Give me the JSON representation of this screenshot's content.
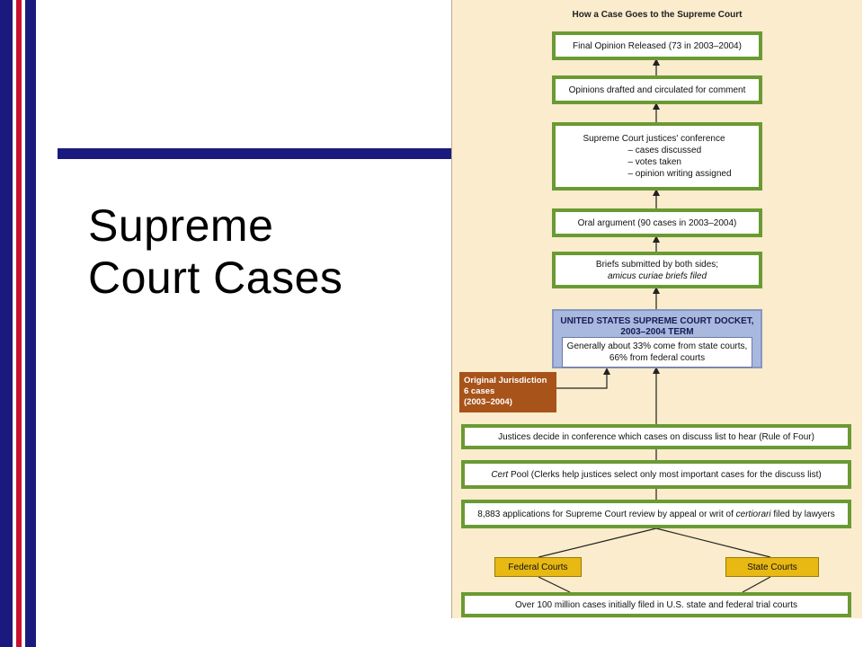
{
  "slide": {
    "title_line1": "Supreme",
    "title_line2": "Court Cases"
  },
  "diagram": {
    "title": "How a Case Goes to the Supreme Court",
    "steps": {
      "final_opinion": "Final Opinion Released (73 in 2003–2004)",
      "opinions_drafted": "Opinions drafted and circulated for comment",
      "conference_title": "Supreme Court justices' conference",
      "conference_items": [
        "– cases discussed",
        "– votes taken",
        "– opinion writing assigned"
      ],
      "oral_argument": "Oral argument (90 cases in 2003–2004)",
      "briefs_line1": "Briefs submitted by both sides;",
      "briefs_line2": "amicus curiae briefs filed",
      "docket_title_line1": "UNITED STATES SUPREME COURT DOCKET,",
      "docket_title_line2": "2003–2004 TERM",
      "docket_sub_line1": "Generally about 33% come from state courts,",
      "docket_sub_line2": "66% from federal courts",
      "original_jurisdiction_line1": "Original Jurisdiction",
      "original_jurisdiction_line2": "6 cases",
      "original_jurisdiction_line3": "(2003–2004)",
      "justices_decide": "Justices decide in conference which cases on discuss list to hear (Rule of Four)",
      "cert_pool_italic": "Cert",
      "cert_pool_rest": " Pool (Clerks help justices select only most important cases for the discuss list)",
      "applications_prefix": "8,883 applications for Supreme Court review by appeal or writ of ",
      "applications_italic": "certiorari",
      "applications_suffix": " filed by lawyers",
      "federal_courts": "Federal Courts",
      "state_courts": "State Courts",
      "trial_courts": "Over 100 million cases initially filed in U.S. state and federal trial courts"
    },
    "colors": {
      "box_border": "#6a9a33",
      "panel_bg": "#faeccc",
      "docket_bg": "#a8b8de",
      "original_bg": "#a8531a",
      "court_bg": "#e8b813",
      "stripe_navy": "#1a1a7e",
      "stripe_red": "#c8102e"
    }
  }
}
